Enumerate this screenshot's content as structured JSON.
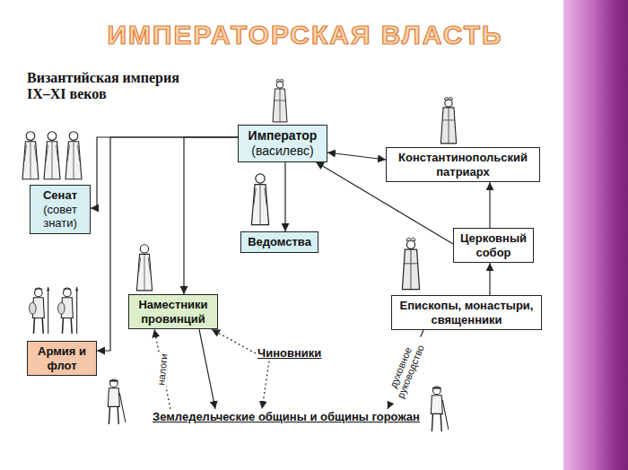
{
  "diagram": {
    "title": "ИМПЕРАТОРСКАЯ ВЛАСТЬ",
    "nodes": [
      {
        "text": [
          "Император",
          "(василевс)"
        ]
      },
      {
        "text": [
          "Константинопольский патриарх"
        ]
      },
      {
        "text": [
          "Сенат",
          "(совет знати)"
        ]
      },
      {
        "text": [
          "Ведомства"
        ]
      },
      {
        "text": [
          "Церковный собор"
        ]
      },
      {
        "text": [
          "Наместники провинций"
        ]
      },
      {
        "text": [
          "Епископы, монастыри, священники"
        ]
      },
      {
        "text": [
          "Армия и флот"
        ]
      },
      {
        "text": [
          "Чиновники"
        ]
      },
      {
        "text": [
          "Земледельческие общины и общины горожан"
        ]
      }
    ],
    "edges": [
      {
        "from": 0,
        "to": 2,
        "arrow": "to"
      },
      {
        "from": 0,
        "to": 7,
        "arrow": "to"
      },
      {
        "from": 0,
        "to": 5,
        "arrow": "to"
      },
      {
        "from": 0,
        "to": 3,
        "arrow": "to"
      },
      {
        "from": 0,
        "to": 1,
        "arrow": "both"
      },
      {
        "from": 4,
        "to": 0,
        "arrow": "to"
      },
      {
        "from": 4,
        "to": 1,
        "arrow": "to"
      },
      {
        "from": 6,
        "to": 4,
        "arrow": "to"
      },
      {
        "from": 5,
        "to": 9,
        "arrow": "to"
      },
      {
        "from": 9,
        "to": 5,
        "label": "налоги",
        "arrow": "to"
      },
      {
        "from": 6,
        "to": 9,
        "label": "духовное руководство",
        "arrow": "to"
      },
      {
        "from": 8,
        "to": 5,
        "arrow": "to"
      },
      {
        "from": 8,
        "to": 9,
        "arrow": "to"
      }
    ],
    "labels": [
      "Византийская империя IX–XI веков"
    ]
  }
}
